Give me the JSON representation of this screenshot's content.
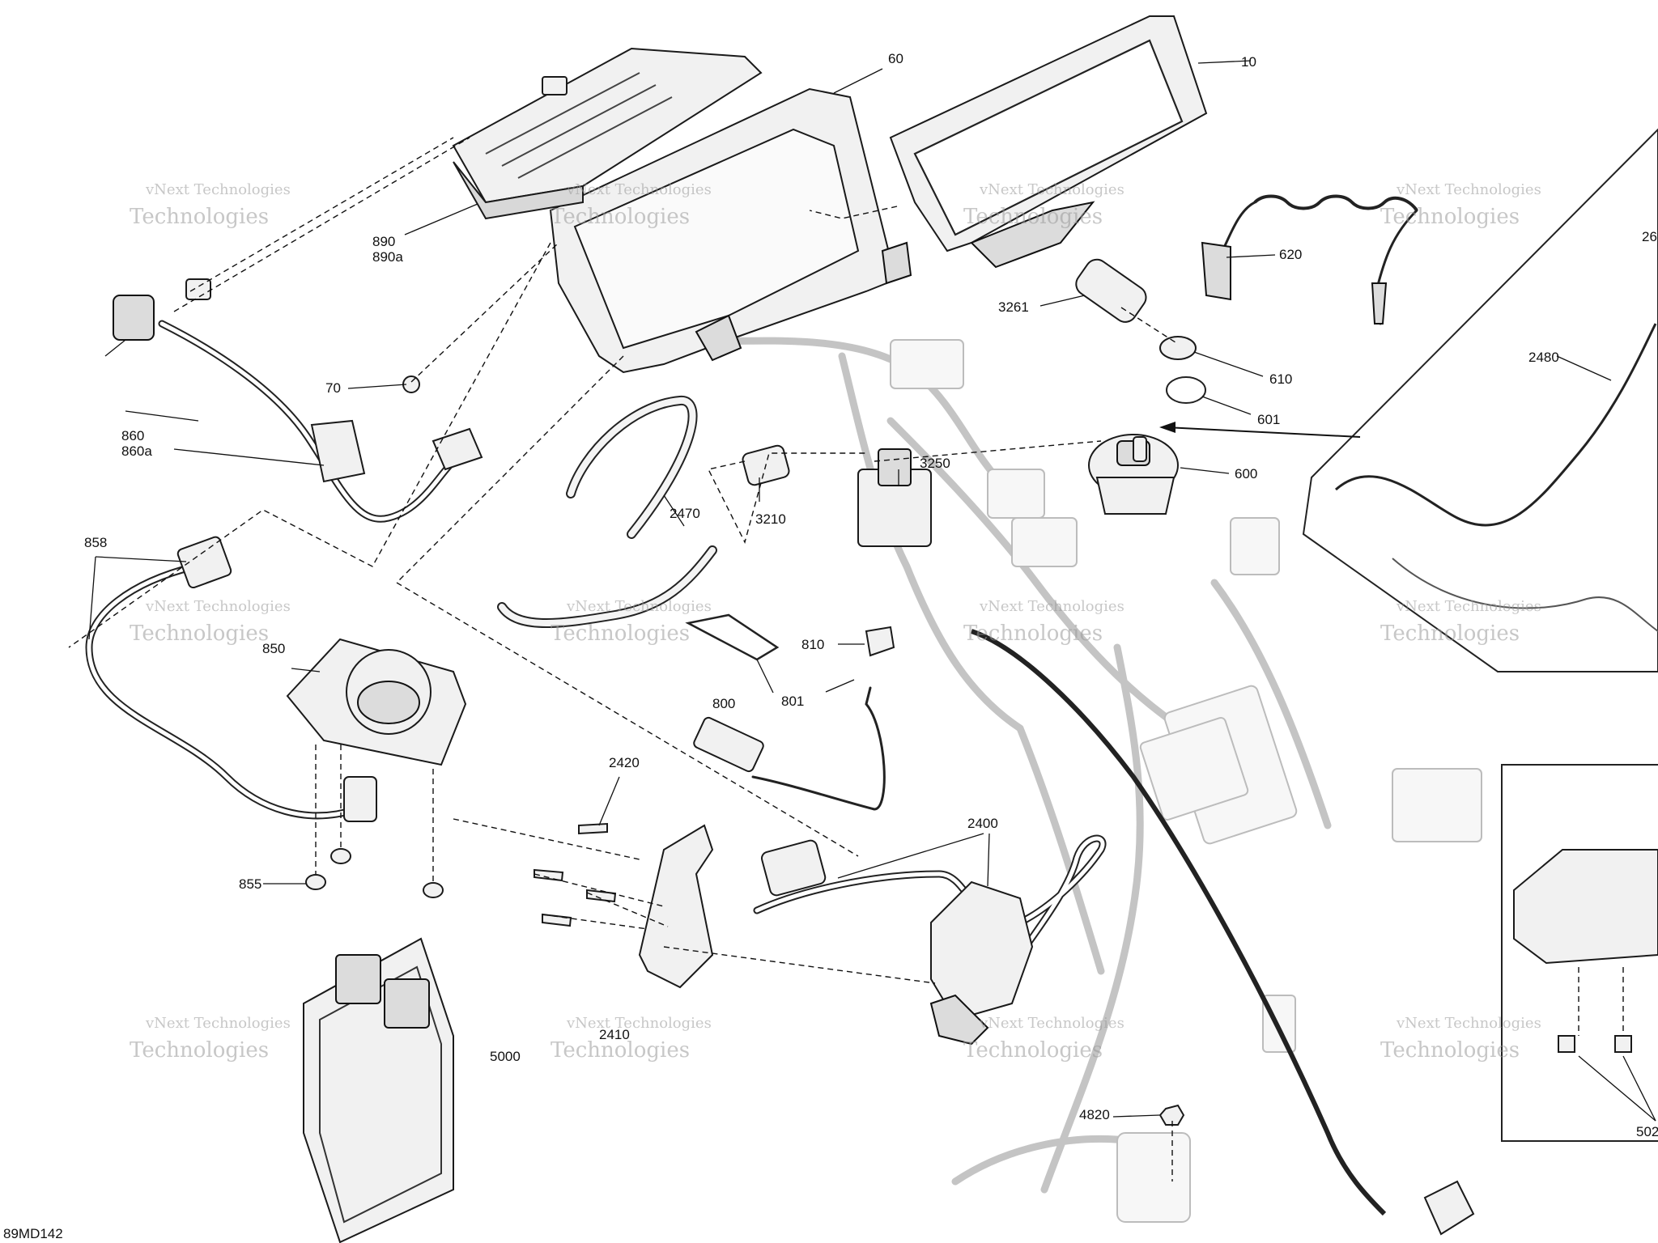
{
  "diagram_code": "89MD142",
  "watermark": {
    "line1": "vNext Technologies",
    "line2": "Technologies"
  },
  "callouts": {
    "c10": "10",
    "c60": "60",
    "c890": "890",
    "c890a": "890a",
    "c70": "70",
    "c860": "860",
    "c860a": "860a",
    "c858": "858",
    "c850": "850",
    "c855": "855",
    "c5000": "5000",
    "c2470": "2470",
    "c3210": "3210",
    "c3250": "3250",
    "c810": "810",
    "c800": "800",
    "c801": "801",
    "c2420": "2420",
    "c2410": "2410",
    "c2400": "2400",
    "c620": "620",
    "c3261": "3261",
    "c610": "610",
    "c601": "601",
    "c600": "600",
    "c2480": "2480",
    "c26": "26",
    "c4820": "4820",
    "c502": "502"
  }
}
